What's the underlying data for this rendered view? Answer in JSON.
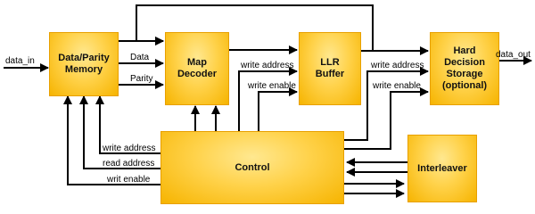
{
  "blocks": {
    "memory": "Data/Parity Memory",
    "decoder": "Map Decoder",
    "llr": "LLR Buffer",
    "hard": "Hard Decision Storage (optional)",
    "control": "Control",
    "interleaver": "Interleaver"
  },
  "signals": {
    "data_in": "data_in",
    "data_out": "data_out",
    "data": "Data",
    "parity": "Parity",
    "llr_write_address": "write address",
    "llr_write_enable": "write enable",
    "hard_write_address": "write address",
    "hard_write_enable": "write enable",
    "ctrl_write_address": "write address",
    "ctrl_read_address": "read address",
    "ctrl_write_enable": "writ enable"
  }
}
